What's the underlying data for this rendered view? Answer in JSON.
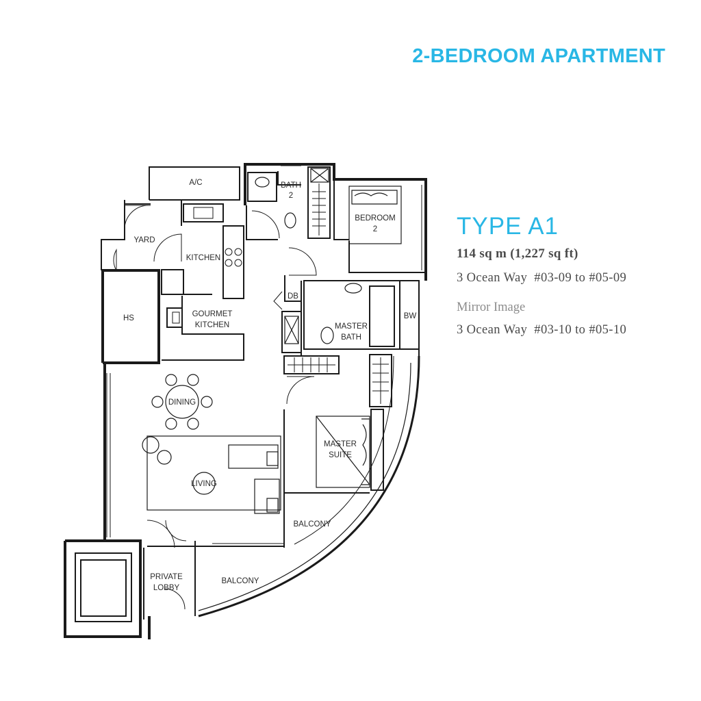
{
  "header": {
    "title": "2-BEDROOM APARTMENT"
  },
  "unit": {
    "type": "TYPE A1",
    "area": "114 sq m (1,227 sq ft)",
    "units_primary": "3 Ocean Way  #03-09 to #05-09",
    "mirror_label": "Mirror Image",
    "units_mirror": "3 Ocean Way  #03-10 to #05-10"
  },
  "floorplan": {
    "rooms": {
      "ac": "A/C",
      "bath2_line1": "BATH",
      "bath2_line2": "2",
      "bedroom2_line1": "BEDROOM",
      "bedroom2_line2": "2",
      "yard": "YARD",
      "kitchen": "KITCHEN",
      "db": "DB",
      "hs": "HS",
      "gourmet_line1": "GOURMET",
      "gourmet_line2": "KITCHEN",
      "master_bath_line1": "MASTER",
      "master_bath_line2": "BATH",
      "bw": "BW",
      "dining": "DINING",
      "master_suite_line1": "MASTER",
      "master_suite_line2": "SUITE",
      "living": "LIVING",
      "balcony_upper": "BALCONY",
      "balcony_lower": "BALCONY",
      "lobby_line1": "PRIVATE",
      "lobby_line2": "LOBBY"
    }
  }
}
